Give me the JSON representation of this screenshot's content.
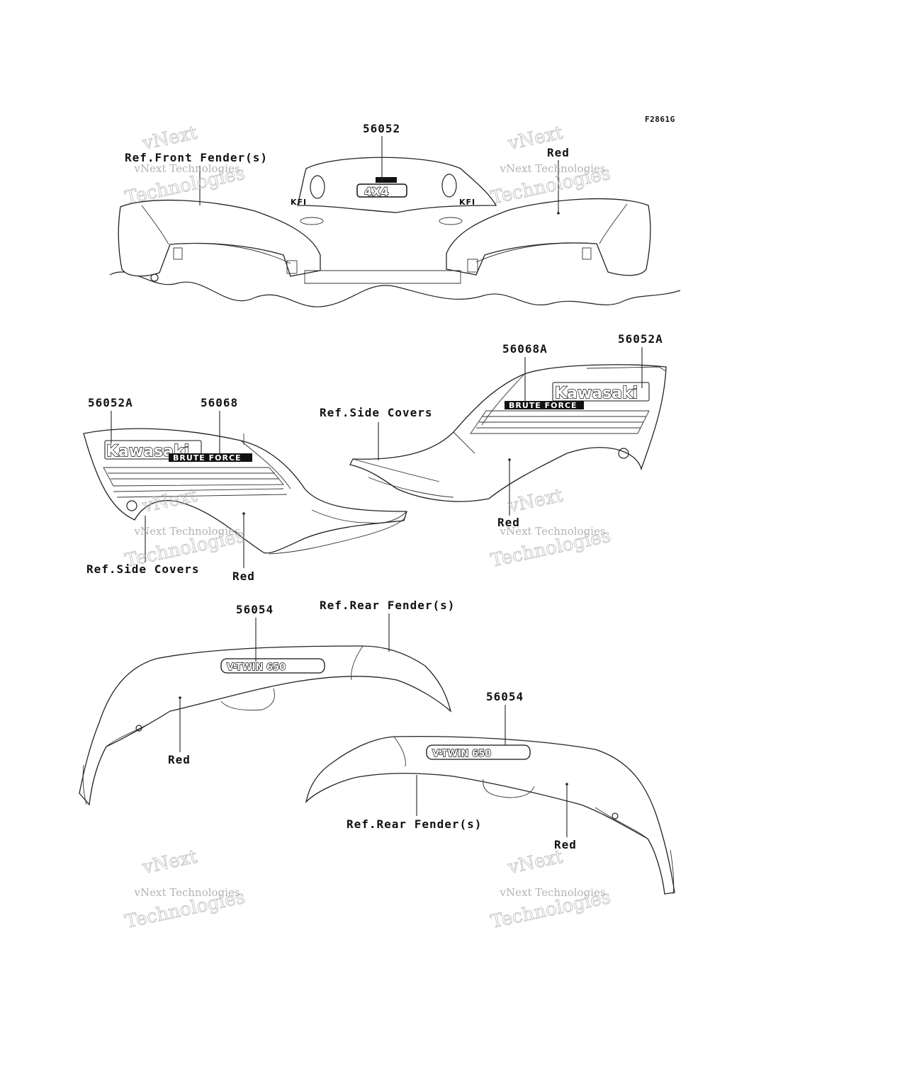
{
  "figure_code": "F2861G",
  "watermark": {
    "brand": "vNext",
    "line": "vNext Technologies",
    "word": "Technologies"
  },
  "callouts": {
    "front_part": "56052",
    "front_ref": "Ref.Front Fender(s)",
    "front_red": "Red",
    "left_part_a": "56052A",
    "left_part_b": "56068",
    "left_ref": "Ref.Side Covers",
    "left_red": "Red",
    "right_part_a": "56068A",
    "right_part_b": "56052A",
    "right_ref": "Ref.Side Covers",
    "right_red": "Red",
    "rear_left_part": "56054",
    "rear_left_ref": "Ref.Rear Fender(s)",
    "rear_left_red": "Red",
    "rear_right_part": "56054",
    "rear_right_ref": "Ref.Rear Fender(s)",
    "rear_right_red": "Red"
  },
  "decals": {
    "front_badge": "4X4",
    "front_small": "KFI",
    "left_logo": "Kawasaki",
    "left_sub": "BRUTE FORCE",
    "right_logo": "Kawasaki",
    "right_sub": "BRUTE FORCE",
    "rear_left_emblem": "V-TWIN 650",
    "rear_right_emblem": "V-TWIN 650"
  }
}
